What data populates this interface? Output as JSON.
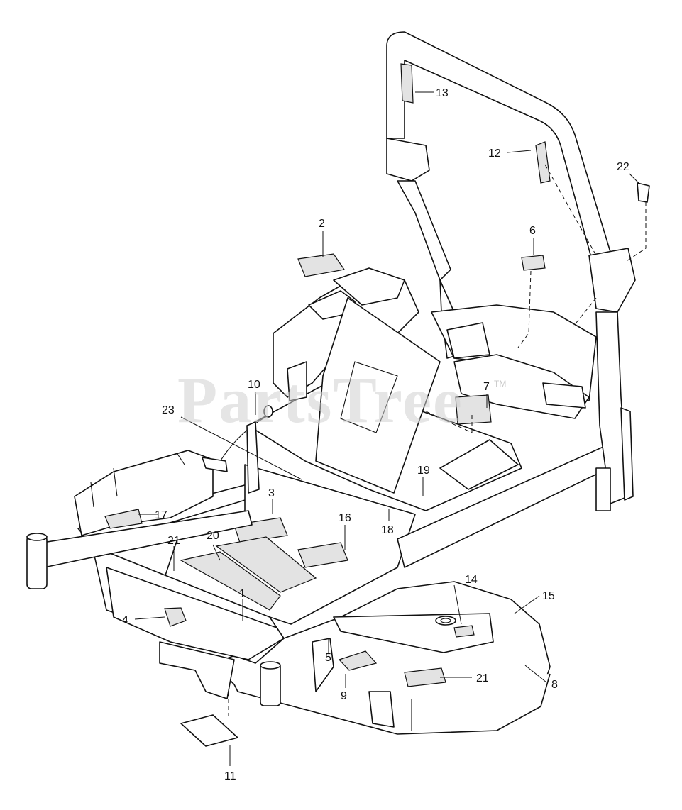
{
  "watermark": {
    "text": "PartsTree",
    "trademark": "TM"
  },
  "callouts": [
    {
      "id": "c13",
      "text": "13"
    },
    {
      "id": "c12",
      "text": "12"
    },
    {
      "id": "c22",
      "text": "22"
    },
    {
      "id": "c2",
      "text": "2"
    },
    {
      "id": "c6",
      "text": "6"
    },
    {
      "id": "c10",
      "text": "10"
    },
    {
      "id": "c23",
      "text": "23"
    },
    {
      "id": "c7",
      "text": "7"
    },
    {
      "id": "c19",
      "text": "19"
    },
    {
      "id": "c3",
      "text": "3"
    },
    {
      "id": "c17",
      "text": "17"
    },
    {
      "id": "c18",
      "text": "18"
    },
    {
      "id": "c16",
      "text": "16"
    },
    {
      "id": "c21a",
      "text": "21"
    },
    {
      "id": "c20",
      "text": "20"
    },
    {
      "id": "c14",
      "text": "14"
    },
    {
      "id": "c15",
      "text": "15"
    },
    {
      "id": "c1",
      "text": "1"
    },
    {
      "id": "c4",
      "text": "4"
    },
    {
      "id": "c5",
      "text": "5"
    },
    {
      "id": "c21b",
      "text": "21"
    },
    {
      "id": "c8",
      "text": "8"
    },
    {
      "id": "c9",
      "text": "9"
    },
    {
      "id": "c11",
      "text": "11"
    }
  ]
}
